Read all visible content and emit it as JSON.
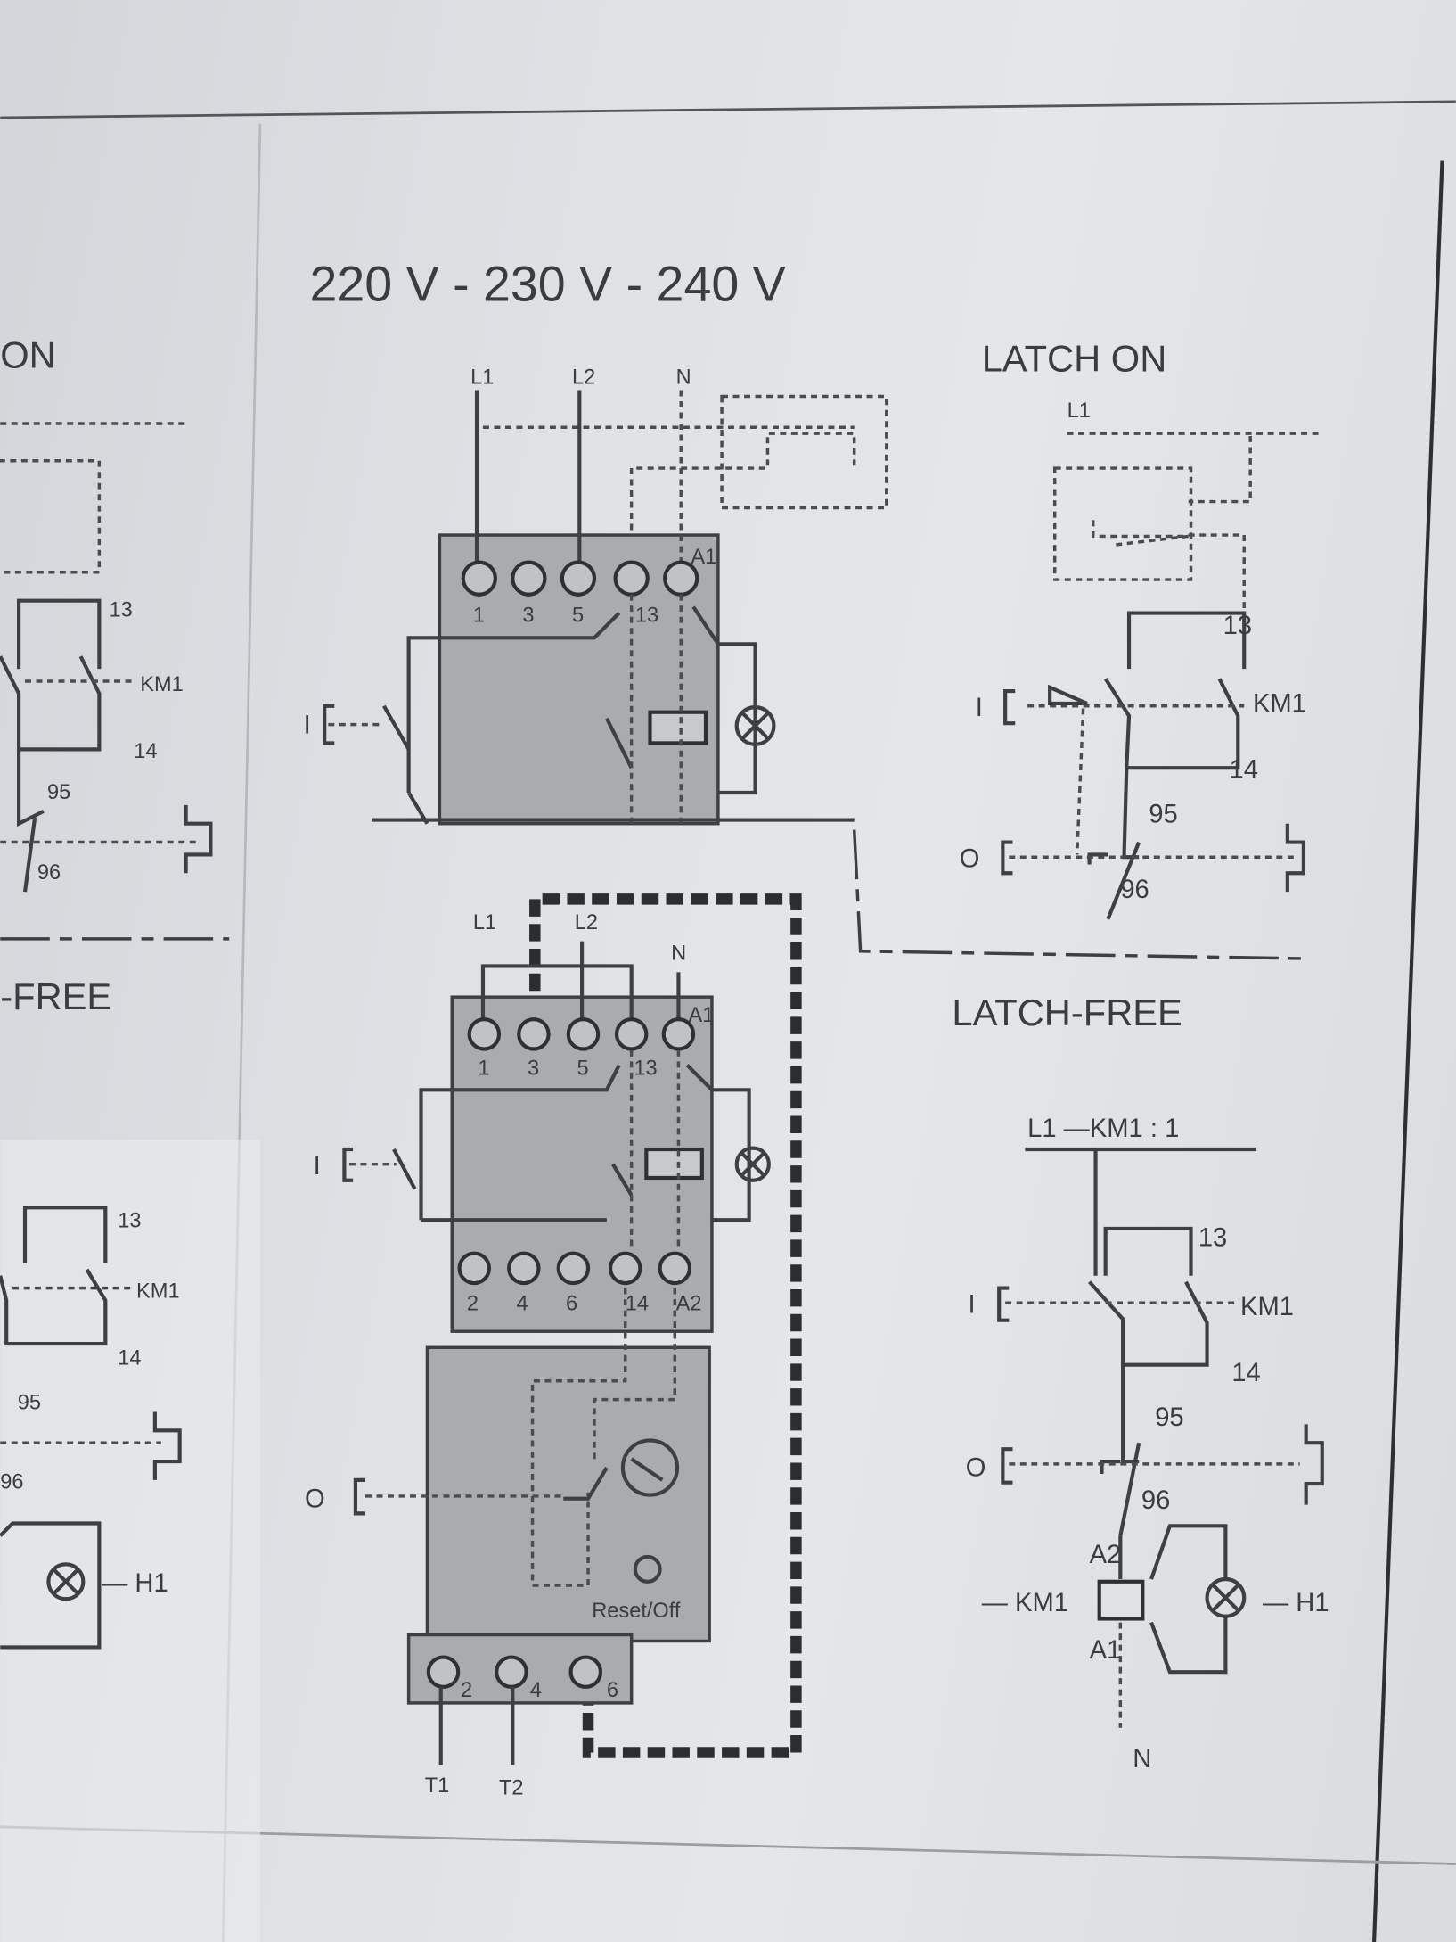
{
  "title": "220 V - 230 V - 240 V",
  "left_partial": {
    "heading_top": "ON",
    "heading_bottom": "-FREE",
    "top_labels": {
      "c13": "13",
      "km1": "KM1",
      "c14": "14",
      "c95": "95",
      "c96": "96"
    },
    "bottom_labels": {
      "c13": "13",
      "km1": "KM1",
      "c14": "14",
      "c95": "95",
      "c96": "96",
      "h1": "— H1"
    }
  },
  "top_relay": {
    "supply": [
      "L1",
      "L2",
      "N"
    ],
    "terminals": [
      "1",
      "3",
      "5",
      "13",
      "A1"
    ],
    "button_on": "I"
  },
  "bottom_relay": {
    "supply": [
      "L1",
      "L2",
      "N"
    ],
    "terminals_top": [
      "1",
      "3",
      "5",
      "13",
      "A1"
    ],
    "terminals_bottom": [
      "2",
      "4",
      "6",
      "14",
      "A2"
    ],
    "button_on": "I",
    "button_off": "O",
    "reset_label": "Reset/Off",
    "overload_terminals": [
      "2",
      "4",
      "6"
    ],
    "outputs": [
      "T1",
      "T2"
    ]
  },
  "latch_on": {
    "heading": "LATCH ON",
    "supply": "L1",
    "c13": "13",
    "km1": "KM1",
    "c14": "14",
    "c95": "95",
    "c96": "96",
    "button_on": "I",
    "button_off": "O"
  },
  "latch_free": {
    "heading": "LATCH-FREE",
    "supply": "L1 —KM1 : 1",
    "c13": "13",
    "km1": "KM1",
    "c14": "14",
    "c95": "95",
    "c96": "96",
    "a2": "A2",
    "a1": "A1",
    "coil": "— KM1",
    "lamp": "— H1",
    "neutral": "N",
    "button_on": "I",
    "button_off": "O"
  }
}
